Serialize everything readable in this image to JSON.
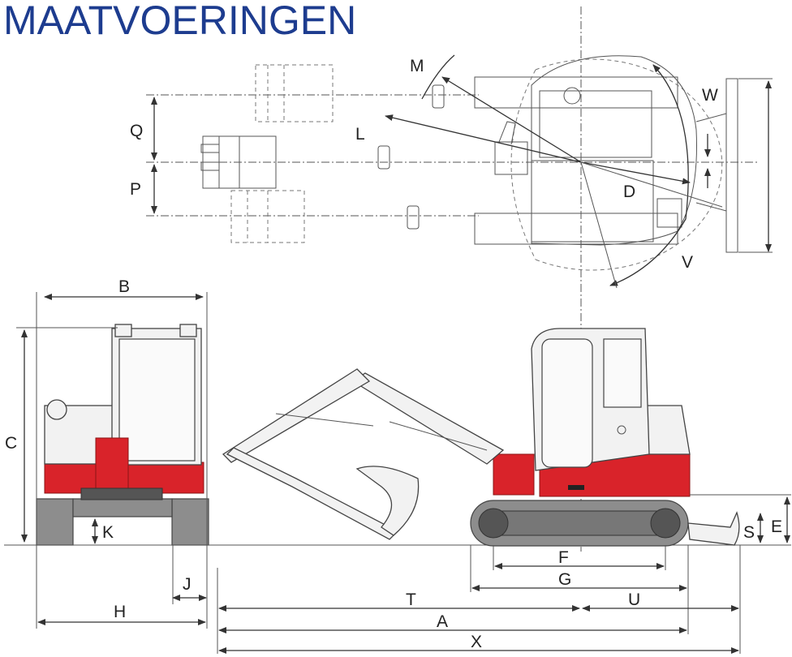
{
  "title": "MAATVOERINGEN",
  "labels": {
    "M": "M",
    "W": "W",
    "Q": "Q",
    "L": "L",
    "P": "P",
    "D": "D",
    "V": "V",
    "B": "B",
    "C": "C",
    "K": "K",
    "J": "J",
    "H": "H",
    "E": "E",
    "S": "S",
    "F": "F",
    "G": "G",
    "T": "T",
    "U": "U",
    "A": "A",
    "X": "X"
  },
  "colors": {
    "title": "#1d3c8f",
    "body_red": "#d9232a",
    "track_grey": "#8d8d8d"
  }
}
